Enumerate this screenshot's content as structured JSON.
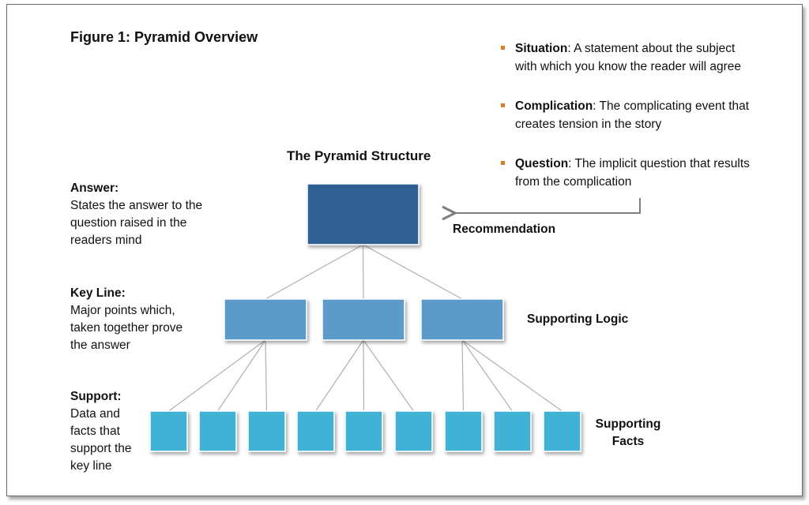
{
  "figure_title": "Figure 1:  Pyramid Overview",
  "pyramid_title": "The Pyramid Structure",
  "bullets": [
    {
      "term": "Situation",
      "rest": ":  A statement about the subject",
      "line2": "with which you know the reader will agree"
    },
    {
      "term": "Complication",
      "rest": ":  The complicating event that",
      "line2": "creates tension in the story"
    },
    {
      "term": "Question",
      "rest": ":  The implicit question that results",
      "line2": "from the complication"
    }
  ],
  "side_labels": {
    "answer": {
      "heading": "Answer:",
      "lines": [
        "States the answer to the",
        "question raised in the",
        "readers mind"
      ]
    },
    "key_line": {
      "heading": "Key Line:",
      "lines": [
        "Major points which,",
        "taken together prove",
        "the answer"
      ]
    },
    "support": {
      "heading": "Support:",
      "lines": [
        "Data and",
        "facts that",
        "support the",
        "key line"
      ]
    }
  },
  "recommendation": "Recommendation",
  "supporting_logic": "Supporting Logic",
  "supporting_facts": [
    "Supporting",
    "Facts"
  ],
  "colors": {
    "top_box": "#2f6194",
    "mid_box": "#5b9ac9",
    "bottom_box": "#3fb2d6",
    "bullet": "#e07b1f",
    "connector": "#b0b0b0",
    "arrow": "#7f7f7f"
  }
}
